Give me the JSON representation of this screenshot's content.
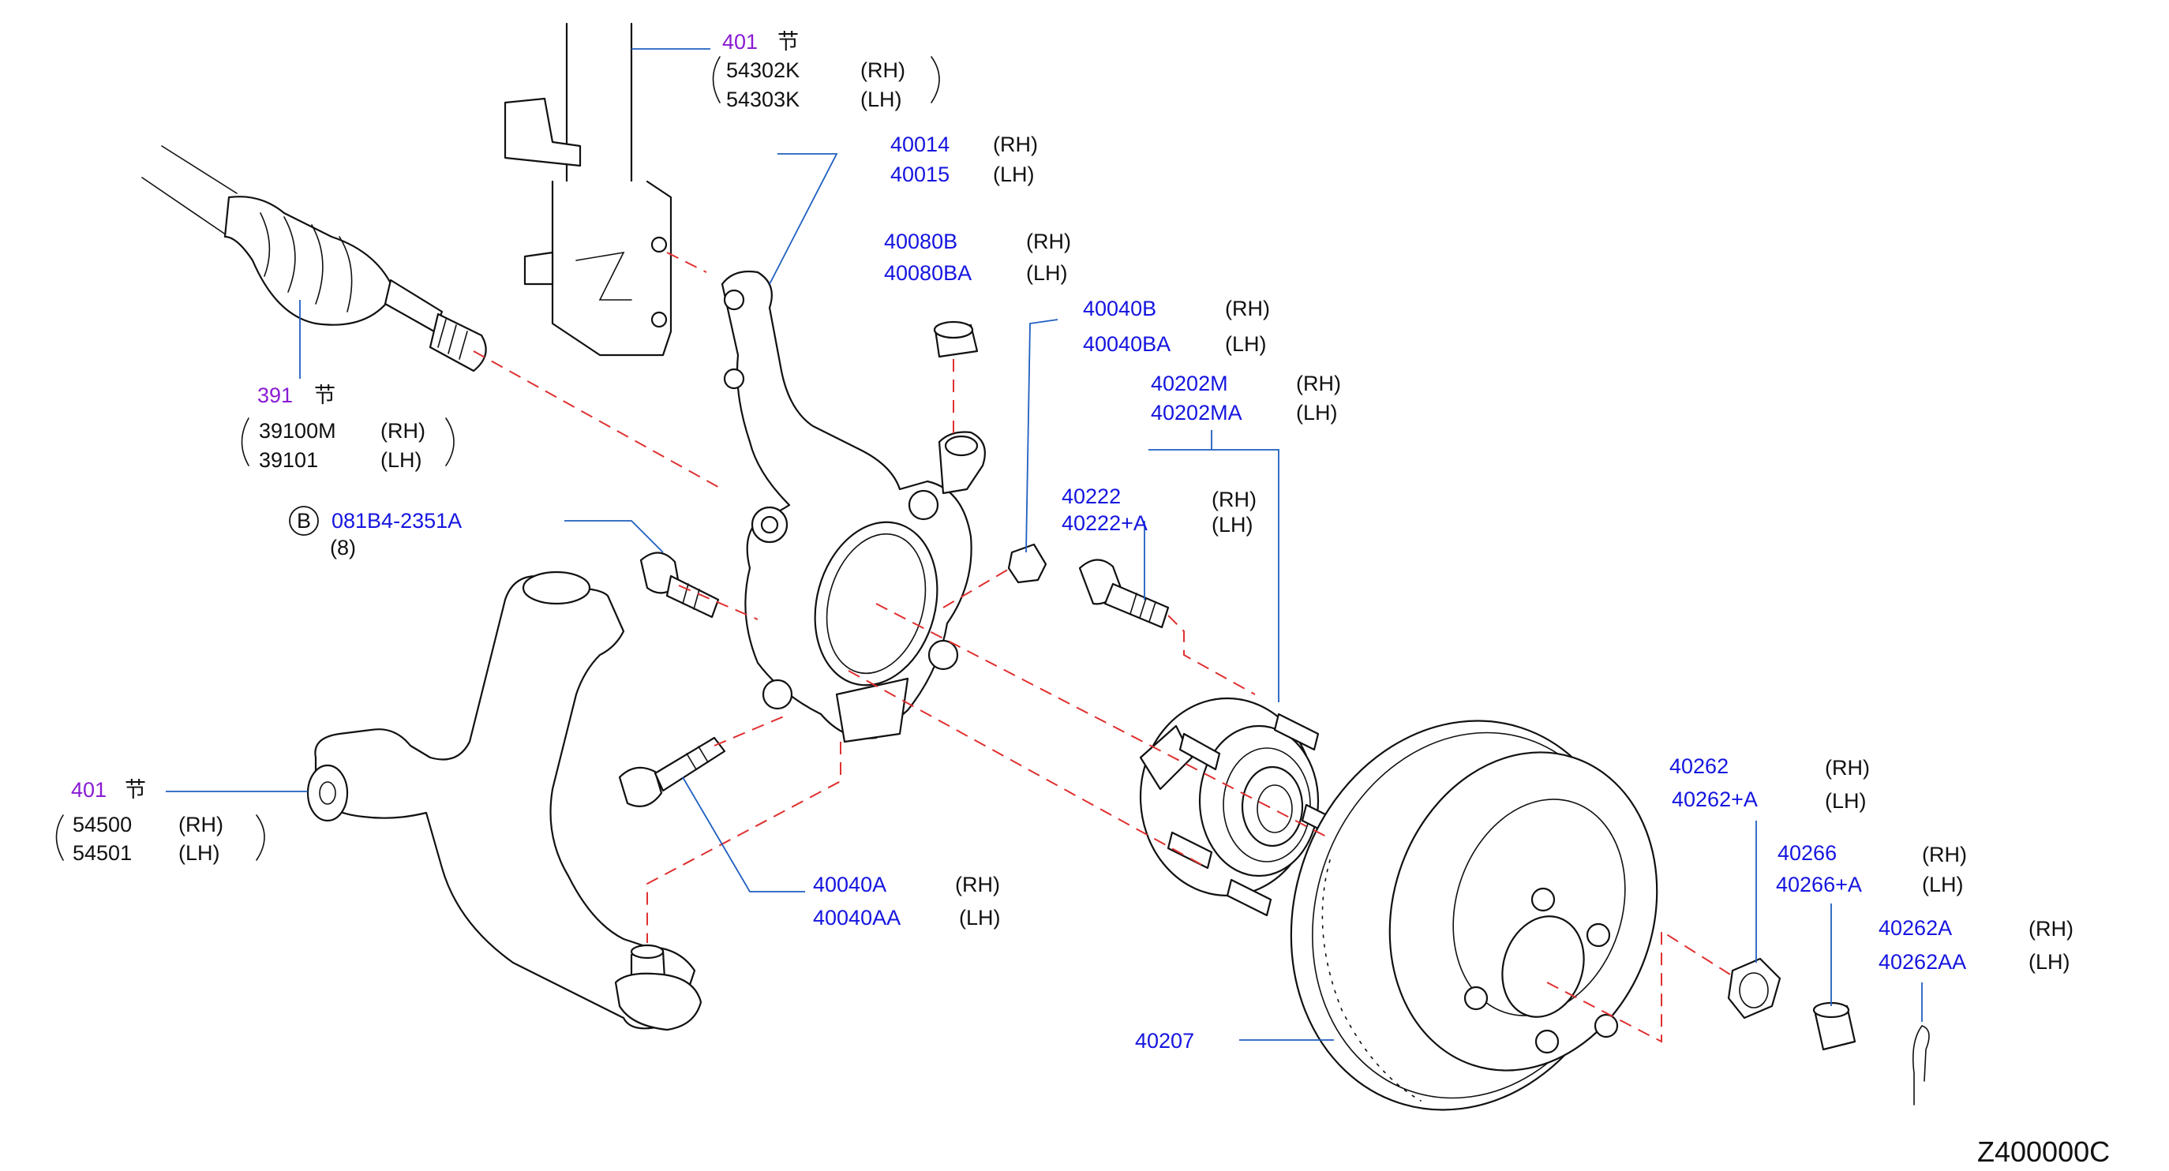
{
  "colors": {
    "part_number": "#1515e0",
    "group_number": "#8a1bd4",
    "dash_line": "#e03030",
    "leader": "#1f5fbf",
    "text": "#111111"
  },
  "strut": {
    "group": "401",
    "sym": "节",
    "p1": "54302K",
    "s1": "(RH)",
    "p2": "54303K",
    "s2": "(LH)"
  },
  "knuckle": {
    "p1": "40014",
    "s1": "(RH)",
    "p2": "40015",
    "s2": "(LH)"
  },
  "nut_top": {
    "p1": "40080B",
    "s1": "(RH)",
    "p2": "40080BA",
    "s2": "(LH)"
  },
  "nut_small": {
    "p1": "40040B",
    "s1": "(RH)",
    "p2": "40040BA",
    "s2": "(LH)"
  },
  "hub": {
    "p1": "40202M",
    "s1": "(RH)",
    "p2": "40202MA",
    "s2": "(LH)"
  },
  "hub_bolt": {
    "p1": "40222",
    "s1": "(RH)",
    "p2": "40222+A",
    "s2": "(LH)"
  },
  "driveshaft": {
    "group": "391",
    "sym": "节",
    "p1": "39100M",
    "s1": "(RH)",
    "p2": "39101",
    "s2": "(LH)"
  },
  "bolt_b": {
    "marker": "B",
    "part": "081B4-2351A",
    "qty": "(8)"
  },
  "lower_arm": {
    "group": "401",
    "sym": "节",
    "p1": "54500",
    "s1": "(RH)",
    "p2": "54501",
    "s2": "(LH)"
  },
  "knuckle_bolt": {
    "p1": "40040A",
    "s1": "(RH)",
    "p2": "40040AA",
    "s2": "(LH)"
  },
  "rotor": {
    "p1": "40207"
  },
  "hub_nut": {
    "p1": "40262",
    "s1": "(RH)",
    "p2": "40262+A",
    "s2": "(LH)"
  },
  "cap": {
    "p1": "40266",
    "s1": "(RH)",
    "p2": "40266+A",
    "s2": "(LH)"
  },
  "cotter": {
    "p1": "40262A",
    "s1": "(RH)",
    "p2": "40262AA",
    "s2": "(LH)"
  },
  "diagram_id": "Z400000C"
}
